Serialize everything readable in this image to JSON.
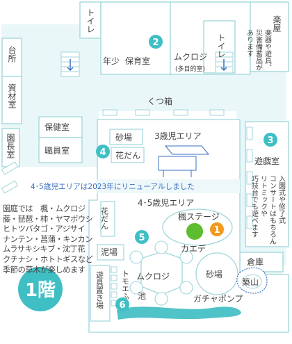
{
  "rooms": {
    "toilet_left": "トイレ",
    "toilet_right": "トイレ",
    "gakki_lines": [
      "楽屋",
      "楽器や遊具、",
      "災害備蓄品が",
      "あります"
    ],
    "daidokoro": "台所",
    "shizai": "資材室",
    "enchou": "園長室",
    "nenshou": "年少",
    "hoiku": "保育室",
    "mukuroji": "ムクロジ",
    "mokuteki": "(多目的室)",
    "kutsubako": "くつ箱",
    "hoken": "保健室",
    "shokuin": "職員室",
    "sunaba1": "砂場",
    "kadan1": "花だん",
    "sansai_area": "3歳児エリア",
    "yuugi": "遊戯室",
    "yuugi_note_lines": [
      "入園式や修了式",
      "コンサートはもちろん",
      "リトミックや",
      "巧技台でも遊べます"
    ],
    "renewal": "4･5歳児エリアは2023年にリニューアルしました",
    "yongo_area": "4･5歳児エリア",
    "kadan2": "花だん",
    "doroba": "泥場",
    "yugu_oki": "遊具置き場",
    "tomoe": "トモエふじ",
    "kaede_stage": "楓ステージ",
    "kaede": "カエデ",
    "mukuroji2": "ムクロジ",
    "sunaba2": "砂場",
    "tsukiyama": "築山",
    "gacha": "ガチャポンプ",
    "ike": "池",
    "souko": "倉庫"
  },
  "garden_note": [
    "園庭では　楓・ムクロジ",
    "藤・琵琶・柿・ヤマボウシ",
    "ヒトツバタゴ・アジサイ",
    "ナンテン・菖蒲・キンカン",
    "ムラサキシキブ・沈丁花",
    "クチナシ・ホトトギスなど",
    "季節の草木が楽しめます"
  ],
  "markers": [
    "1",
    "2",
    "3",
    "4",
    "5",
    "6"
  ],
  "floor": "1階",
  "colors": {
    "line": "#9fd6dc",
    "building": "#eaf7f9",
    "teal": "#3fbfc4",
    "orange": "#f19a1d",
    "green": "#5cbd2e",
    "water": "#4fc3c8",
    "blue_text": "#3a6fc4"
  }
}
